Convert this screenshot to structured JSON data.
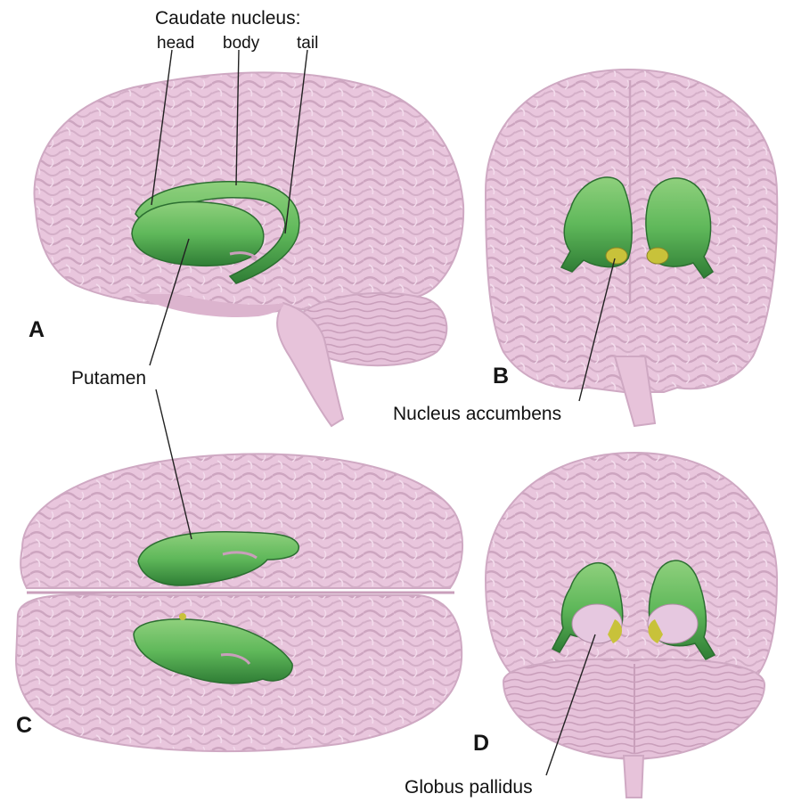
{
  "labels": {
    "caudate_title": "Caudate nucleus:",
    "head": "head",
    "body": "body",
    "tail": "tail",
    "putamen": "Putamen",
    "nucleus_accumbens": "Nucleus accumbens",
    "globus_pallidus": "Globus pallidus"
  },
  "panels": {
    "a": "A",
    "b": "B",
    "c": "C",
    "d": "D"
  },
  "colors": {
    "background": "#ffffff",
    "brain": "#e8c4dc",
    "brain_shadow": "#c9a2bd",
    "striatum": "#5fbd5a",
    "striatum_dark": "#2f7d35",
    "globus_pallidus": "#e6c8e0",
    "nucleus_accumbens": "#c8c23a",
    "leader_line": "#222222"
  }
}
